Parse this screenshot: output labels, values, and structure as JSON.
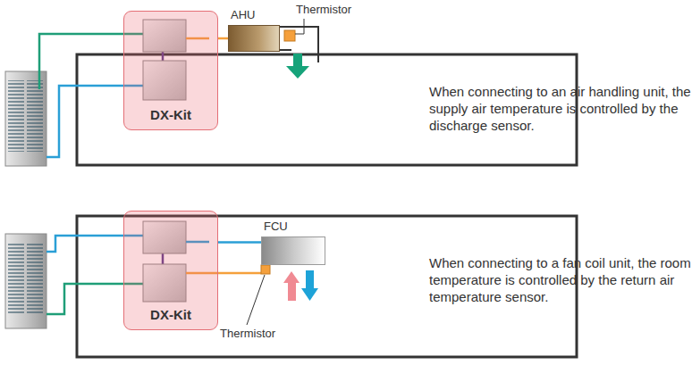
{
  "diagram": {
    "nodes": [
      {
        "text": [
          "DX-Kit"
        ]
      },
      {
        "text": [
          "AHU"
        ]
      },
      {
        "text": [
          "DX-Kit"
        ]
      },
      {
        "text": [
          "FCU"
        ]
      }
    ],
    "edges": [
      {
        "from": 0,
        "to": 1,
        "arrow": "none"
      },
      {
        "from": 2,
        "to": 3,
        "arrow": "none"
      }
    ],
    "labels": [
      "Thermistor",
      "When connecting to an air handling unit, the supply air temperature is controlled by the discharge sensor.",
      "Thermistor",
      "When connecting to a fan coil unit, the room temperature is controlled by the return air temperature sensor."
    ]
  }
}
